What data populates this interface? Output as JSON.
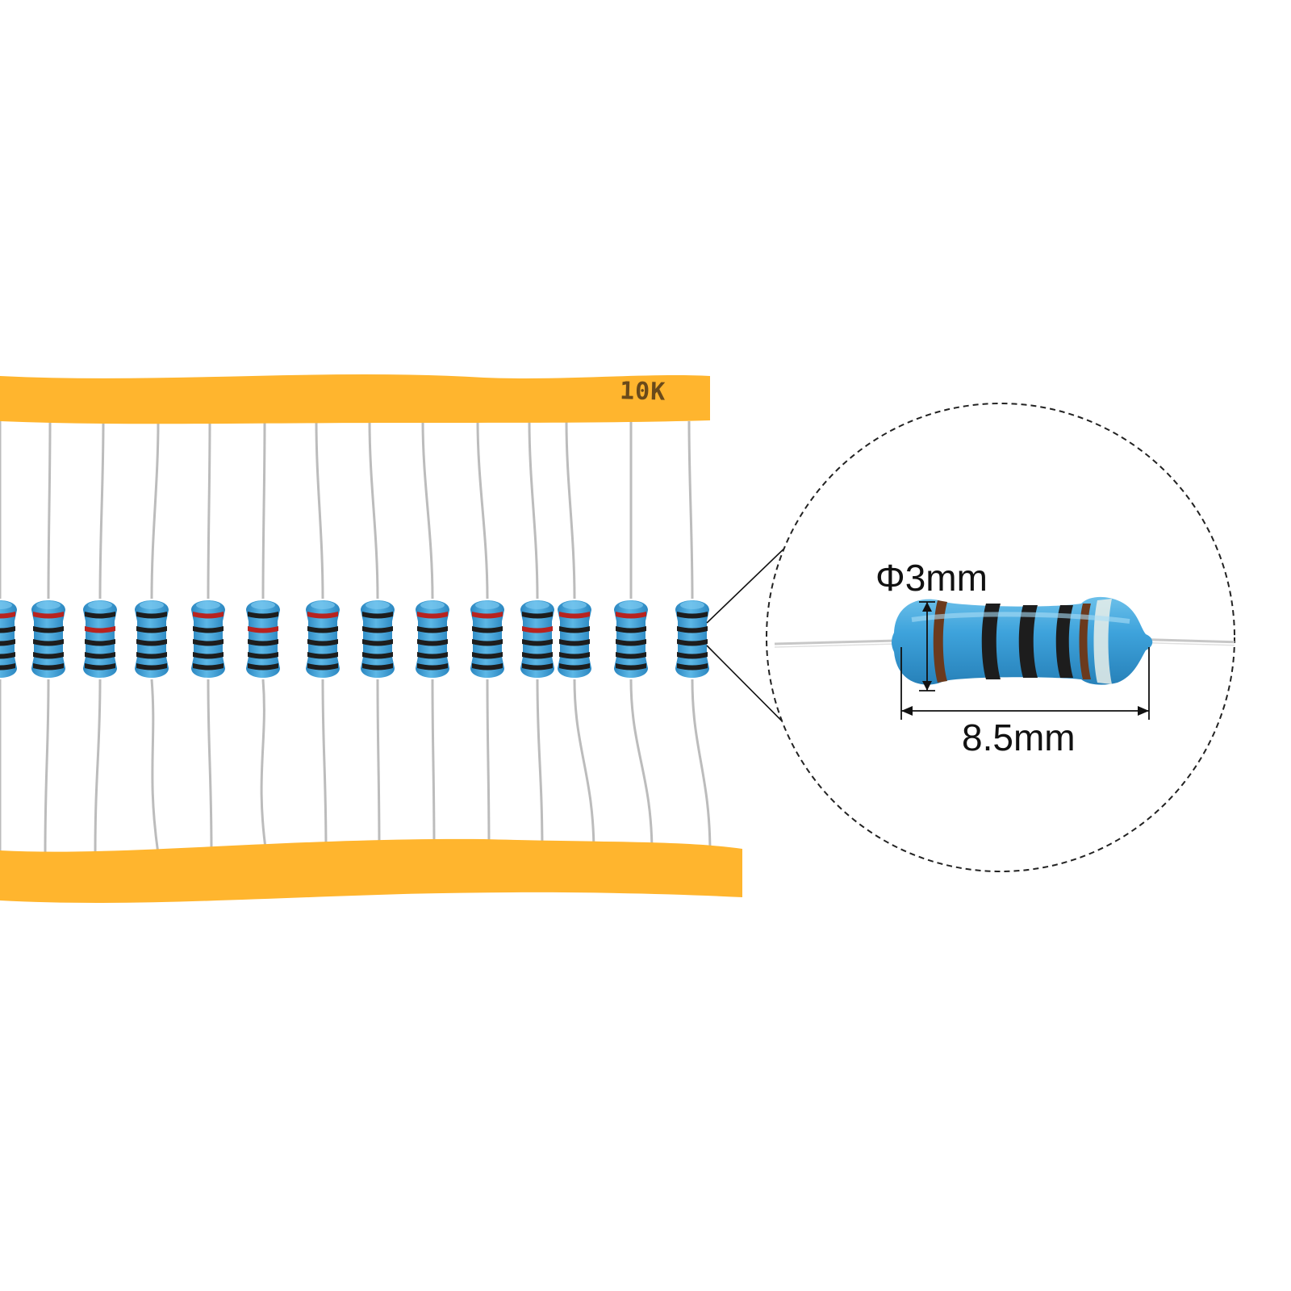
{
  "tape": {
    "label": "10K"
  },
  "zoom": {
    "diameter_label": "Φ3mm",
    "length_label": "8.5mm"
  },
  "resistor_count": 14,
  "colors": {
    "tape": "#ffb52e",
    "tape_shadow": "#f0a21d",
    "body": "#3ea3dc",
    "body_light": "#79c7ef",
    "band_black": "#1d1d1d",
    "band_brown": "#6b3a1d",
    "band_red": "#b8231f",
    "lead": "#bcbcbc",
    "label_ink": "#6a4a1a"
  }
}
